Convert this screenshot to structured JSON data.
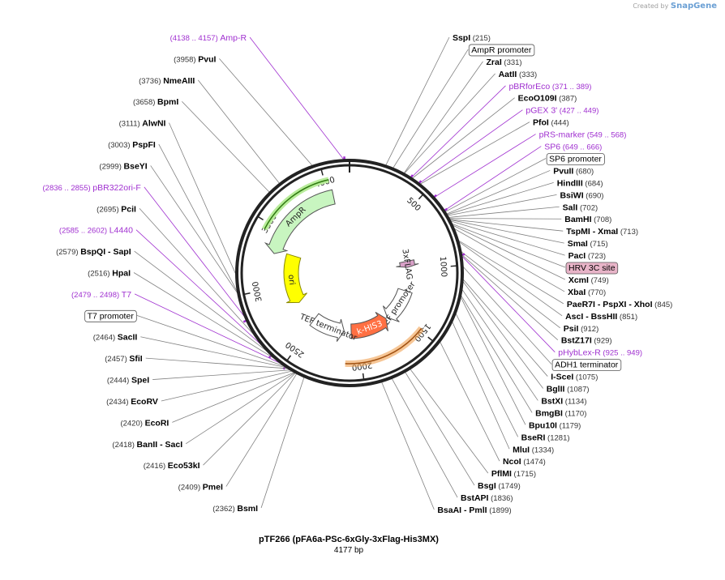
{
  "app": {
    "credit_prefix": "Created by",
    "credit_brand": "SnapGene"
  },
  "map": {
    "name": "pTF266 (pFA6a-PSc-6xGly-3xFlag-His3MX)",
    "size_label": "4177 bp",
    "total_bp": 4177,
    "tick_labels": [
      {
        "bp": 500,
        "text": "500"
      },
      {
        "bp": 1000,
        "text": "1000"
      },
      {
        "bp": 1500,
        "text": "1500"
      },
      {
        "bp": 2000,
        "text": "2000"
      },
      {
        "bp": 2500,
        "text": "2500"
      },
      {
        "bp": 3000,
        "text": "3000"
      },
      {
        "bp": 3500,
        "text": "3500"
      },
      {
        "bp": 4000,
        "text": "4000"
      }
    ],
    "features": [
      {
        "name": "AmpR",
        "start": 3300,
        "end": 4040,
        "dir": "rev",
        "color": "#c8f5c0",
        "stroke": "#555555",
        "track": "outer"
      },
      {
        "name": "ori",
        "start": 2780,
        "end": 3330,
        "dir": "rev",
        "color": "#ffff00",
        "stroke": "#888800",
        "track": "inner"
      },
      {
        "name": "3xFLAG",
        "start": 910,
        "end": 980,
        "dir": "fwd",
        "color": "#d9a0c8",
        "stroke": "#555555",
        "track": "inner"
      },
      {
        "name": "TEF promoter",
        "start": 1250,
        "end": 1620,
        "dir": "fwd",
        "color": "#ffffff",
        "stroke": "#555555",
        "track": "inner"
      },
      {
        "name": "k-HIS3",
        "start": 1640,
        "end": 2070,
        "dir": "rev",
        "color": "#ff7043",
        "stroke": "#555555",
        "track": "inner"
      },
      {
        "name": "TEF terminator",
        "start": 2150,
        "end": 2520,
        "dir": "rev",
        "color": "#ffffff",
        "stroke": "#555555",
        "track": "inner"
      }
    ],
    "orange_arc": {
      "start": 1480,
      "end": 2120,
      "color": "#f0a050"
    },
    "green_arc": {
      "start": 3450,
      "end": 4030,
      "color": "#2f7a10"
    },
    "labels": [
      {
        "text": "SspI",
        "pos": "(215)",
        "bp": 215,
        "kind": "enzyme"
      },
      {
        "text": "AmpR promoter",
        "pos": "",
        "bp": 260,
        "kind": "boxed"
      },
      {
        "text": "ZraI",
        "pos": "(331)",
        "bp": 331,
        "kind": "enzyme"
      },
      {
        "text": "AatII",
        "pos": "(333)",
        "bp": 333,
        "kind": "enzyme"
      },
      {
        "text": "pBRforEco",
        "pos": "(371 .. 389)",
        "bp": 380,
        "kind": "primer"
      },
      {
        "text": "EcoO109I",
        "pos": "(387)",
        "bp": 387,
        "kind": "enzyme"
      },
      {
        "text": "PfoI",
        "pos": "(444)",
        "bp": 444,
        "kind": "enzyme"
      },
      {
        "text": "pGEX 3'",
        "pos": "(427 .. 449)",
        "bp": 438,
        "kind": "primer"
      },
      {
        "text": "pRS-marker",
        "pos": "(549 .. 568)",
        "bp": 558,
        "kind": "primer"
      },
      {
        "text": "SP6",
        "pos": "(649 .. 666)",
        "bp": 657,
        "kind": "primer"
      },
      {
        "text": "SP6 promoter",
        "pos": "",
        "bp": 665,
        "kind": "boxed"
      },
      {
        "text": "PvuII",
        "pos": "(680)",
        "bp": 680,
        "kind": "enzyme"
      },
      {
        "text": "HindIII",
        "pos": "(684)",
        "bp": 684,
        "kind": "enzyme"
      },
      {
        "text": "BsiWI",
        "pos": "(690)",
        "bp": 690,
        "kind": "enzyme"
      },
      {
        "text": "SalI",
        "pos": "(702)",
        "bp": 702,
        "kind": "enzyme"
      },
      {
        "text": "BamHI",
        "pos": "(708)",
        "bp": 708,
        "kind": "enzyme"
      },
      {
        "text": "TspMI - XmaI",
        "pos": "(713)",
        "bp": 713,
        "kind": "enzyme"
      },
      {
        "text": "SmaI",
        "pos": "(715)",
        "bp": 715,
        "kind": "enzyme"
      },
      {
        "text": "PacI",
        "pos": "(723)",
        "bp": 723,
        "kind": "enzyme"
      },
      {
        "text": "HRV 3C site",
        "pos": "",
        "bp": 740,
        "kind": "highlight"
      },
      {
        "text": "XcmI",
        "pos": "(749)",
        "bp": 749,
        "kind": "enzyme"
      },
      {
        "text": "XbaI",
        "pos": "(770)",
        "bp": 770,
        "kind": "enzyme"
      },
      {
        "text": "PaeR7I - PspXI - XhoI",
        "pos": "(845)",
        "bp": 845,
        "kind": "enzyme"
      },
      {
        "text": "AscI - BssHII",
        "pos": "(851)",
        "bp": 851,
        "kind": "enzyme"
      },
      {
        "text": "PsiI",
        "pos": "(912)",
        "bp": 912,
        "kind": "enzyme"
      },
      {
        "text": "BstZ17I",
        "pos": "(929)",
        "bp": 929,
        "kind": "enzyme"
      },
      {
        "text": "pHybLex-R",
        "pos": "(925 .. 949)",
        "bp": 937,
        "kind": "primer"
      },
      {
        "text": "ADH1 terminator",
        "pos": "",
        "bp": 1000,
        "kind": "boxed"
      },
      {
        "text": "I-SceI",
        "pos": "(1075)",
        "bp": 1075,
        "kind": "enzyme"
      },
      {
        "text": "BglII",
        "pos": "(1087)",
        "bp": 1087,
        "kind": "enzyme"
      },
      {
        "text": "BstXI",
        "pos": "(1134)",
        "bp": 1134,
        "kind": "enzyme"
      },
      {
        "text": "BmgBI",
        "pos": "(1170)",
        "bp": 1170,
        "kind": "enzyme"
      },
      {
        "text": "Bpu10I",
        "pos": "(1179)",
        "bp": 1179,
        "kind": "enzyme"
      },
      {
        "text": "BseRI",
        "pos": "(1281)",
        "bp": 1281,
        "kind": "enzyme"
      },
      {
        "text": "MluI",
        "pos": "(1334)",
        "bp": 1334,
        "kind": "enzyme"
      },
      {
        "text": "NcoI",
        "pos": "(1474)",
        "bp": 1474,
        "kind": "enzyme"
      },
      {
        "text": "PflMI",
        "pos": "(1715)",
        "bp": 1715,
        "kind": "enzyme"
      },
      {
        "text": "BsgI",
        "pos": "(1749)",
        "bp": 1749,
        "kind": "enzyme"
      },
      {
        "text": "BstAPI",
        "pos": "(1836)",
        "bp": 1836,
        "kind": "enzyme"
      },
      {
        "text": "BsaAI - PmlI",
        "pos": "(1899)",
        "bp": 1899,
        "kind": "enzyme"
      },
      {
        "text": "BsmI",
        "pos": "(2362)",
        "bp": 2362,
        "kind": "enzyme"
      },
      {
        "text": "PmeI",
        "pos": "(2409)",
        "bp": 2409,
        "kind": "enzyme"
      },
      {
        "text": "Eco53kI",
        "pos": "(2416)",
        "bp": 2416,
        "kind": "enzyme"
      },
      {
        "text": "BanII - SacI",
        "pos": "(2418)",
        "bp": 2418,
        "kind": "enzyme"
      },
      {
        "text": "EcoRI",
        "pos": "(2420)",
        "bp": 2420,
        "kind": "enzyme"
      },
      {
        "text": "EcoRV",
        "pos": "(2434)",
        "bp": 2434,
        "kind": "enzyme"
      },
      {
        "text": "SpeI",
        "pos": "(2444)",
        "bp": 2444,
        "kind": "enzyme"
      },
      {
        "text": "SfiI",
        "pos": "(2457)",
        "bp": 2457,
        "kind": "enzyme"
      },
      {
        "text": "SacII",
        "pos": "(2464)",
        "bp": 2464,
        "kind": "enzyme"
      },
      {
        "text": "T7 promoter",
        "pos": "",
        "bp": 2470,
        "kind": "boxed"
      },
      {
        "text": "T7",
        "pos": "(2479 .. 2498)",
        "bp": 2488,
        "kind": "primer"
      },
      {
        "text": "HpaI",
        "pos": "(2516)",
        "bp": 2516,
        "kind": "enzyme"
      },
      {
        "text": "BspQI - SapI",
        "pos": "(2579)",
        "bp": 2579,
        "kind": "enzyme"
      },
      {
        "text": "L4440",
        "pos": "(2585 .. 2602)",
        "bp": 2593,
        "kind": "primer"
      },
      {
        "text": "PciI",
        "pos": "(2695)",
        "bp": 2695,
        "kind": "enzyme"
      },
      {
        "text": "pBR322ori-F",
        "pos": "(2836 .. 2855)",
        "bp": 2845,
        "kind": "primer"
      },
      {
        "text": "BseYI",
        "pos": "(2999)",
        "bp": 2999,
        "kind": "enzyme"
      },
      {
        "text": "PspFI",
        "pos": "(3003)",
        "bp": 3003,
        "kind": "enzyme"
      },
      {
        "text": "AlwNI",
        "pos": "(3111)",
        "bp": 3111,
        "kind": "enzyme"
      },
      {
        "text": "BpmI",
        "pos": "(3658)",
        "bp": 3658,
        "kind": "enzyme"
      },
      {
        "text": "NmeAIII",
        "pos": "(3736)",
        "bp": 3736,
        "kind": "enzyme"
      },
      {
        "text": "PvuI",
        "pos": "(3958)",
        "bp": 3958,
        "kind": "enzyme"
      },
      {
        "text": "Amp-R",
        "pos": "(4138 .. 4157)",
        "bp": 4147,
        "kind": "primer"
      }
    ],
    "colors": {
      "primer": "#a030d0",
      "enzyme": "#000000",
      "position": "#333333",
      "leader": "#808080",
      "highlight_fill": "#e8b4c8",
      "backbone": "#222222"
    }
  }
}
